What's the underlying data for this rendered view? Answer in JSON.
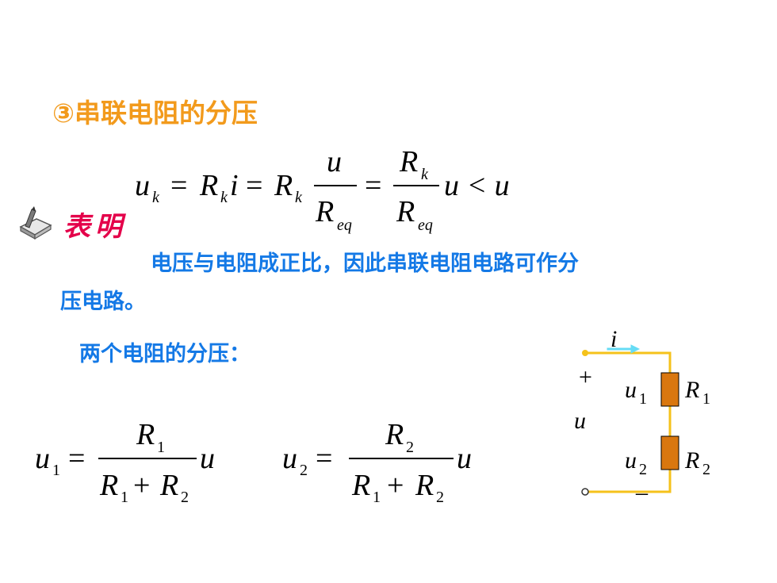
{
  "title": "③串联电阻的分压",
  "formula_main": {
    "lhs": "u",
    "lhs_sub": "k",
    "r1": "R",
    "r1_sub": "k",
    "i": "i",
    "frac1_num": "u",
    "frac1_den": "R",
    "frac1_den_sub": "eq",
    "frac2_num": "R",
    "frac2_num_sub": "k",
    "frac2_den": "R",
    "frac2_den_sub": "eq",
    "tail": "u < u",
    "eq": "="
  },
  "note": {
    "label": "表明",
    "line1": "电压与电阻成正比，因此串联电阻电路可作分",
    "line2": "压电路。"
  },
  "subtitle": "两个电阻的分压：",
  "formula_u1": {
    "lhs": "u",
    "lhs_sub": "1",
    "eq": "=",
    "num": "R",
    "num_sub": "1",
    "den_a": "R",
    "den_a_sub": "1",
    "plus": "+",
    "den_b": "R",
    "den_b_sub": "2",
    "tail": "u"
  },
  "formula_u2": {
    "lhs": "u",
    "lhs_sub": "2",
    "eq": "=",
    "num": "R",
    "num_sub": "2",
    "den_a": "R",
    "den_a_sub": "1",
    "plus": "+",
    "den_b": "R",
    "den_b_sub": "2",
    "tail": "u"
  },
  "circuit": {
    "current": "i",
    "plus": "+",
    "voltage": "u",
    "minus": "_",
    "u1": "u",
    "u1_sub": "1",
    "u2": "u",
    "u2_sub": "2",
    "r1": "R",
    "r1_sub": "1",
    "r2": "R",
    "r2_sub": "2",
    "wire_color": "#f5c21b",
    "resistor_color": "#d9770f",
    "arrow_color": "#66dcf5"
  }
}
